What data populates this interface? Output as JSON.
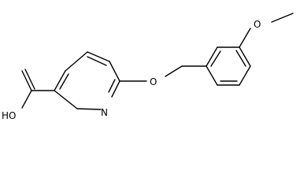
{
  "molecule": {
    "atoms": {
      "methoxy_o": "O",
      "ether_o": "O",
      "ring_n": "N",
      "acid_oh": "HO"
    }
  }
}
